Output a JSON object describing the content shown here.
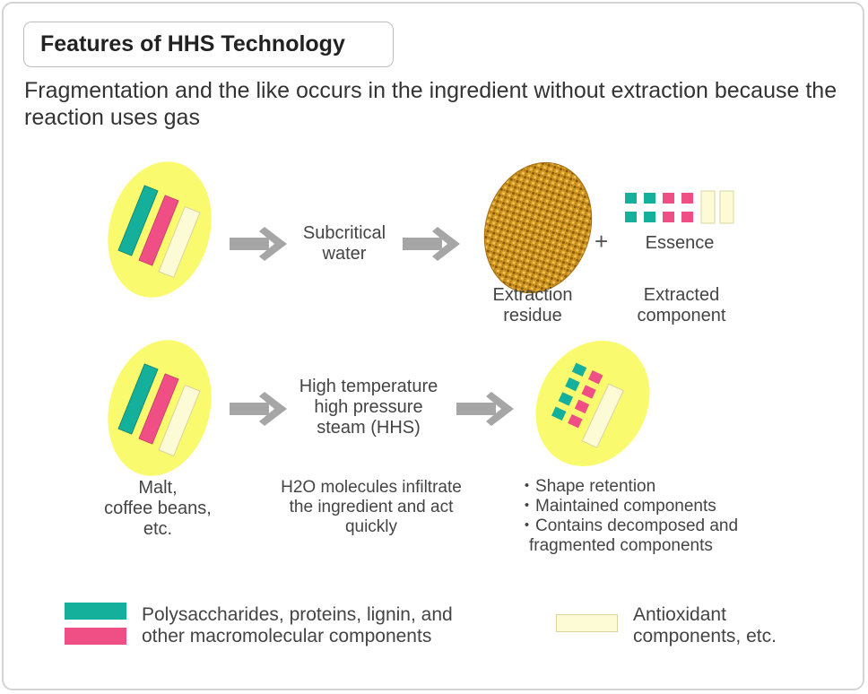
{
  "title": "Features of HHS Technology",
  "headline": "Fragmentation and the like occurs in the ingredient without extraction because the reaction uses gas",
  "row1": {
    "process_label": [
      "Subcritical",
      "water"
    ],
    "residue_label": [
      "Extraction",
      "residue"
    ],
    "essence_label": "Essence",
    "extracted_label": [
      "Extracted",
      "component"
    ],
    "plus": "+"
  },
  "row2": {
    "ingredient_label": [
      "Malt,",
      "coffee beans,",
      "etc."
    ],
    "process_label": [
      "High temperature",
      "high pressure",
      "steam (HHS)"
    ],
    "process_note": [
      "H2O molecules infiltrate",
      "the ingredient and act",
      "quickly"
    ],
    "results": [
      {
        "bullet": "・",
        "lines": [
          "Shape retention"
        ]
      },
      {
        "bullet": "・",
        "lines": [
          "Maintained components"
        ]
      },
      {
        "bullet": "・",
        "lines": [
          "Contains decomposed and",
          "fragmented components"
        ]
      }
    ]
  },
  "legend": {
    "macro": [
      "Polysaccharides, proteins, lignin, and",
      "other macromolecular components"
    ],
    "antioxidant": [
      "Antioxidant",
      "components, etc."
    ]
  },
  "colors": {
    "ellipse_fill": "#fafa6e",
    "teal": "#14b09c",
    "pink": "#f04f85",
    "cream": "#fdfbd6",
    "cream_border": "#d9d4a0",
    "arrow": "#a6a6a6",
    "residue": "#c88a18",
    "frame": "#d4d4d4"
  }
}
